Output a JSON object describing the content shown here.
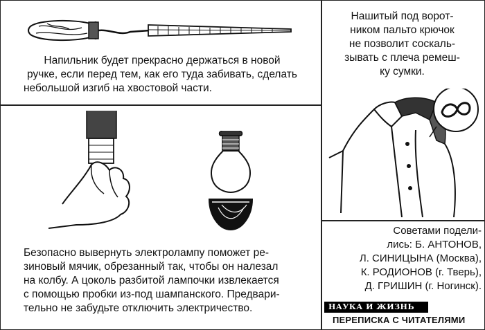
{
  "tip_file": {
    "lines": [
      "Напильник будет прекрасно держаться в новой",
      "ручке, если перед тем, как его туда забивать, сделать",
      "небольшой изгиб на хвостовой части."
    ]
  },
  "tip_coat": {
    "lines": [
      "Нашитый под ворот-",
      "ником пальто крючок",
      "не позволит соскаль-",
      "зывать с плеча ремеш-",
      "ку сумки."
    ]
  },
  "tip_bulb": {
    "lines": [
      "Безопасно вывернуть электролампу поможет ре-",
      "зиновый мячик, обрезанный так, чтобы он налезал",
      "на колбу. А цоколь разбитой лампочки извлекается",
      "с помощью пробки из-под шампанского. Предвари-",
      "тельно не забудьте отключить электричество."
    ]
  },
  "credits": {
    "lines": [
      "Советами подели-",
      "лись: Б. АНТОНОВ,",
      "Л. СИНИЦЫНА (Москва),",
      "К. РОДИОНОВ (г. Тверь),",
      "Д. ГРИШИН (г. Ногинск)."
    ]
  },
  "masthead": {
    "journal": "НАУКА И ЖИЗНЬ",
    "rubric": "ПЕРЕПИСКА С ЧИТАТЕЛЯМИ"
  }
}
